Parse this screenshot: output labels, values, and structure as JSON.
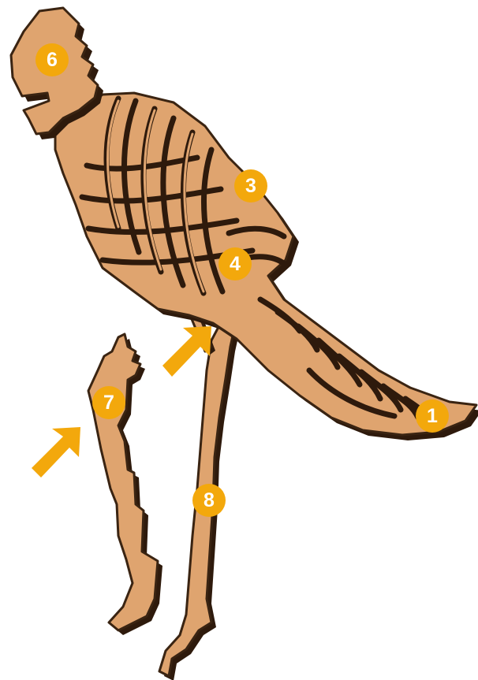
{
  "colors": {
    "wood": "#dfa46f",
    "wood_shadow": "#2e1a0c",
    "badge": "#f3a80c",
    "badge_text": "#ffffff",
    "arrow": "#f3a80c",
    "background": "#ffffff"
  },
  "badges": [
    {
      "label": "6"
    },
    {
      "label": "3"
    },
    {
      "label": "4"
    },
    {
      "label": "7"
    },
    {
      "label": "1"
    },
    {
      "label": "8"
    }
  ],
  "arrows": [
    {
      "icon": "arrow-up-right-icon"
    },
    {
      "icon": "arrow-up-right-icon"
    }
  ]
}
